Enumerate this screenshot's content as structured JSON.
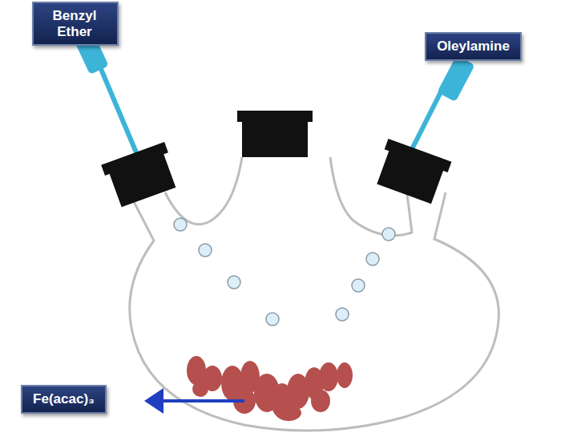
{
  "diagram": {
    "nodes": [
      {
        "text": [
          "Benzyl Ether"
        ]
      },
      {
        "text": [
          "Oleylamine"
        ]
      },
      {
        "text": [
          "Fe(acac)₃"
        ]
      }
    ]
  }
}
